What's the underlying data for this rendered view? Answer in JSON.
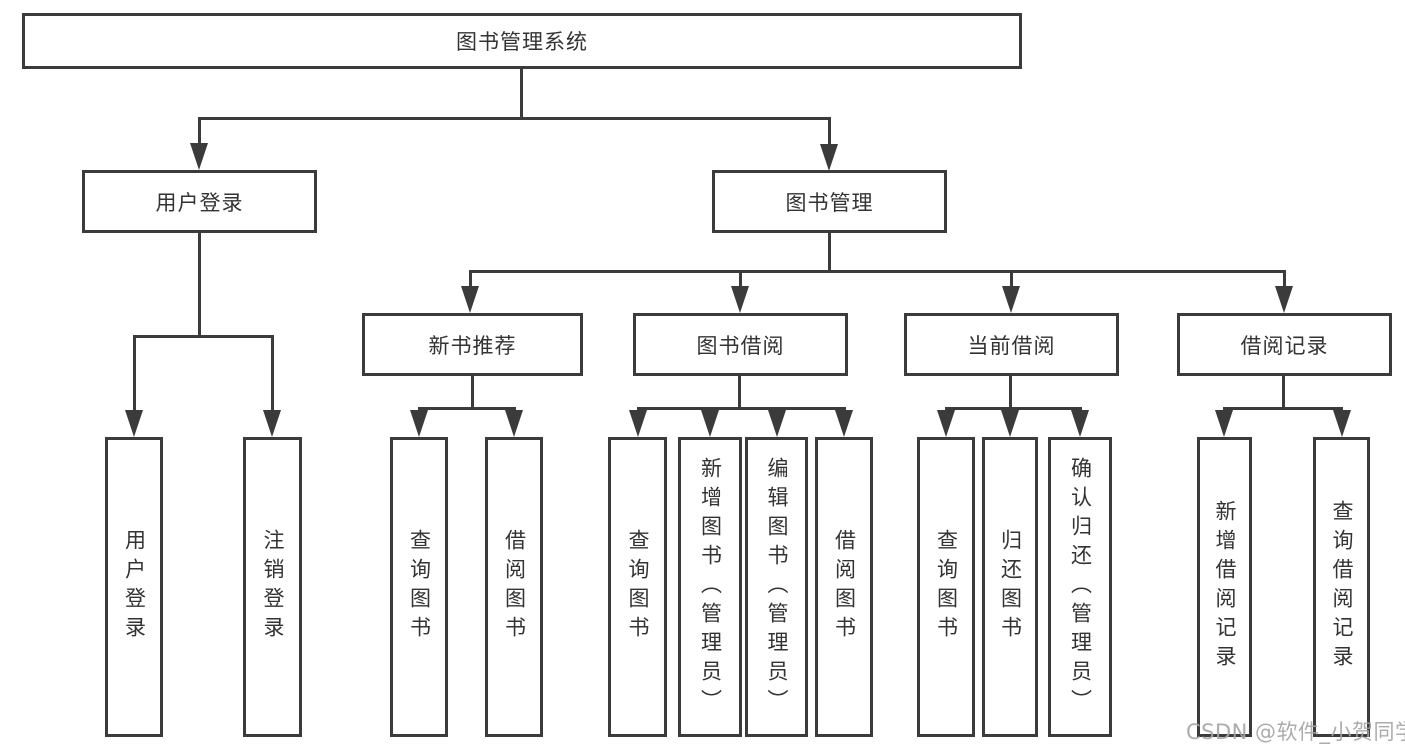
{
  "tree": {
    "root": {
      "label": "图书管理系统",
      "children": [
        {
          "label": "用户登录",
          "children": [
            {
              "label": "用户登录"
            },
            {
              "label": "注销登录"
            }
          ]
        },
        {
          "label": "图书管理",
          "children": [
            {
              "label": "新书推荐",
              "children": [
                {
                  "label": "查询图书"
                },
                {
                  "label": "借阅图书"
                }
              ]
            },
            {
              "label": "图书借阅",
              "children": [
                {
                  "label": "查询图书"
                },
                {
                  "label": "新增图书（管理员）"
                },
                {
                  "label": "编辑图书（管理员）"
                },
                {
                  "label": "借阅图书"
                }
              ]
            },
            {
              "label": "当前借阅",
              "children": [
                {
                  "label": "查询图书"
                },
                {
                  "label": "归还图书"
                },
                {
                  "label": "确认归还（管理员）"
                }
              ]
            },
            {
              "label": "借阅记录",
              "children": [
                {
                  "label": "新增借阅记录"
                },
                {
                  "label": "查询借阅记录"
                }
              ]
            }
          ]
        }
      ]
    }
  },
  "watermark": {
    "text": "CSDN @软件_小贺同学"
  },
  "colors": {
    "line": "#3b3b3b",
    "text": "#333333",
    "background": "#ffffff",
    "watermark": "#a5a5a5"
  }
}
